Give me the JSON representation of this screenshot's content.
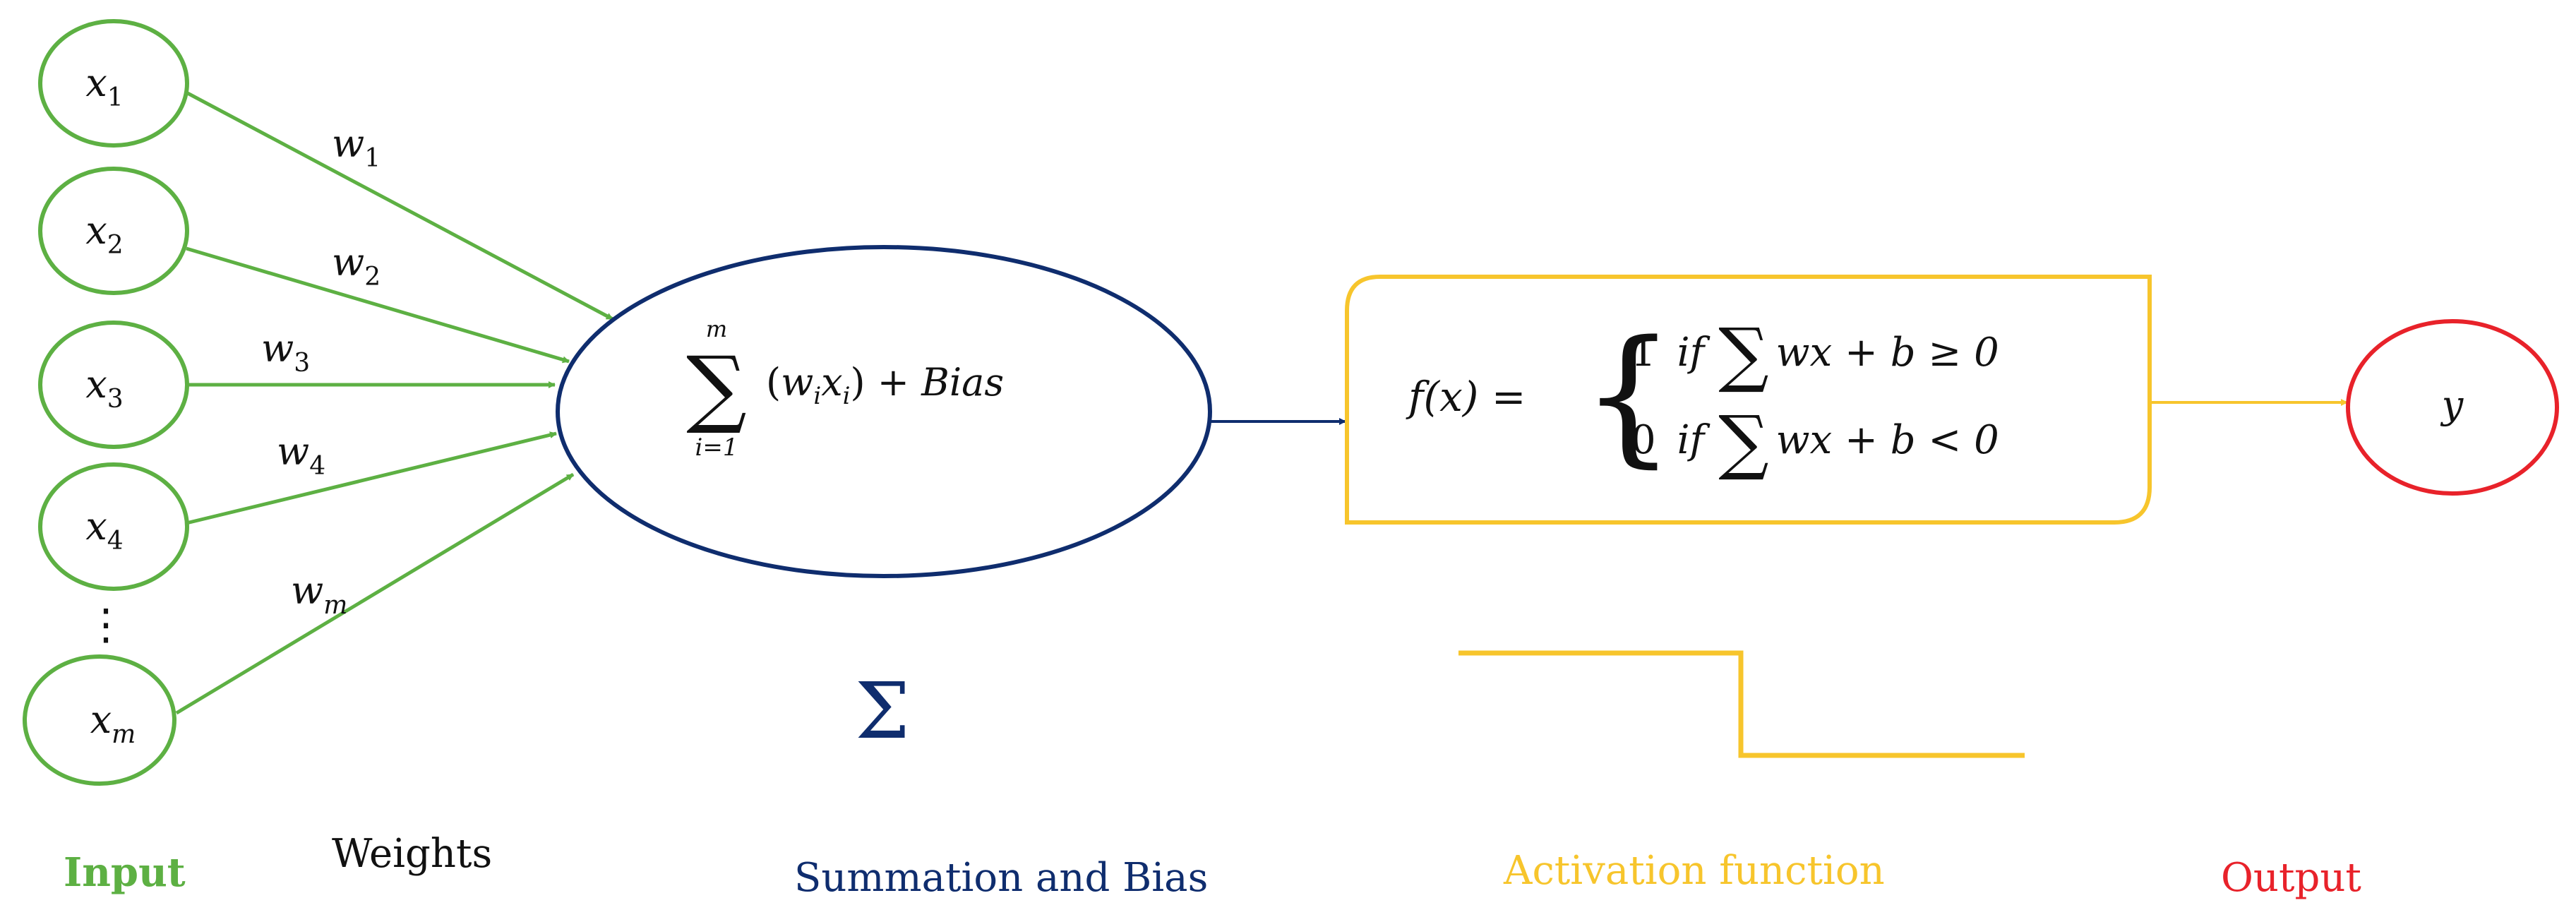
{
  "colors": {
    "input": "#5db043",
    "summation": "#0f2d6e",
    "activation": "#f7c52c",
    "output": "#e8222a",
    "text": "#111111"
  },
  "inputs": [
    {
      "base": "x",
      "sub": "1"
    },
    {
      "base": "x",
      "sub": "2"
    },
    {
      "base": "x",
      "sub": "3"
    },
    {
      "base": "x",
      "sub": "4"
    },
    {
      "base": "x",
      "sub": "m"
    }
  ],
  "ellipsis": "⋮",
  "weights": [
    {
      "base": "w",
      "sub": "1"
    },
    {
      "base": "w",
      "sub": "2"
    },
    {
      "base": "w",
      "sub": "3"
    },
    {
      "base": "w",
      "sub": "4"
    },
    {
      "base": "w",
      "sub": "m"
    }
  ],
  "summation": {
    "sigma": "∑",
    "upper": "m",
    "lower": "i=1",
    "term_open": "(",
    "w": "w",
    "w_sub": "i",
    "x": "x",
    "x_sub": "i",
    "term_close": ")",
    "plus_bias": " + Bias",
    "symbol": "Σ"
  },
  "activation": {
    "lhs": "f(x) =",
    "brace": "{",
    "case1": {
      "value": "1",
      "if": "if",
      "sigma": "∑",
      "expr": "wx + b ≥ 0"
    },
    "case2": {
      "value": "0",
      "if": "if",
      "sigma": "∑",
      "expr": "wx + b < 0"
    }
  },
  "output": {
    "label": "y"
  },
  "captions": {
    "input": "Input",
    "weights": "Weights",
    "summation": "Summation and Bias",
    "activation": "Activation function",
    "output": "Output"
  }
}
